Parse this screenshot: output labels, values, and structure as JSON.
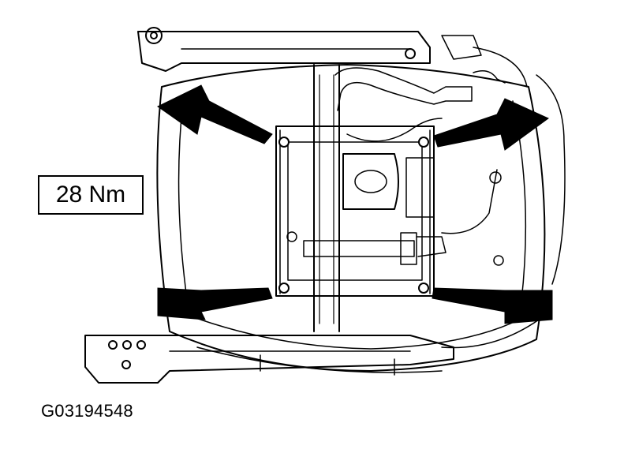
{
  "torque_spec": "28 Nm",
  "figure_id": "G03194548",
  "colors": {
    "line": "#000000",
    "background": "#ffffff"
  },
  "callouts": [
    {
      "name": "arrow-front-left"
    },
    {
      "name": "arrow-front-right"
    },
    {
      "name": "arrow-rear-left"
    },
    {
      "name": "arrow-rear-right"
    }
  ]
}
